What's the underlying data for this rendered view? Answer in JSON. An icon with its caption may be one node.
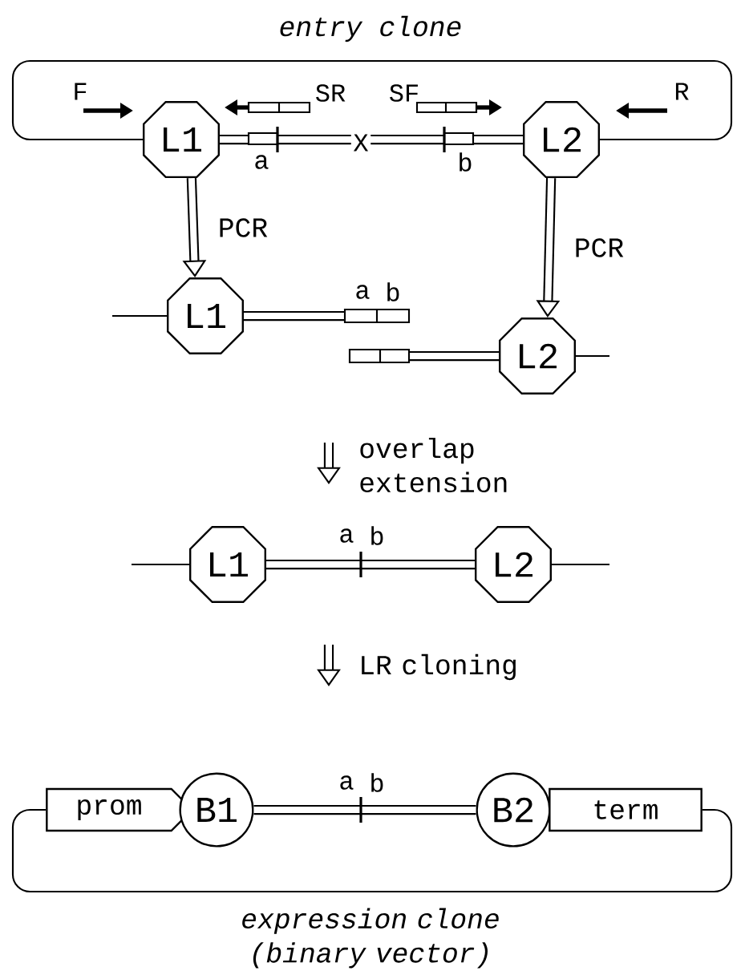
{
  "diagram": {
    "title": "entry clone",
    "caption": "expression clone (binary vector)",
    "nodes": [
      {
        "text": [
          "L1"
        ]
      },
      {
        "text": [
          "L2"
        ]
      },
      {
        "text": [
          "L1"
        ]
      },
      {
        "text": [
          "L2"
        ]
      },
      {
        "text": [
          "L1"
        ]
      },
      {
        "text": [
          "L2"
        ]
      },
      {
        "text": [
          "prom"
        ]
      },
      {
        "text": [
          "B1"
        ]
      },
      {
        "text": [
          "B2"
        ]
      },
      {
        "text": [
          "term"
        ]
      }
    ],
    "edges": [
      {
        "from": 0,
        "to": 1,
        "arrow": "none"
      },
      {
        "from": 0,
        "to": 1,
        "arrow": "none"
      },
      {
        "from": 0,
        "to": 2,
        "arrow": "to",
        "label": "PCR"
      },
      {
        "from": 1,
        "to": 3,
        "arrow": "to",
        "label": "PCR"
      },
      {
        "from": 4,
        "to": 5,
        "arrow": "none"
      },
      {
        "from": 7,
        "to": 8,
        "arrow": "none"
      },
      {
        "from": 6,
        "to": 9,
        "arrow": "none"
      }
    ],
    "labels": [
      "F",
      "SR",
      "SF",
      "R",
      "a",
      "X",
      "b",
      "a",
      "b",
      "overlap extension",
      "a",
      "b",
      "LR cloning",
      "a",
      "b"
    ]
  }
}
